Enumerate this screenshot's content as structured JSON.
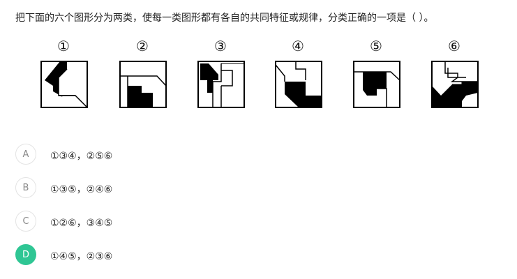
{
  "question": "把下面的六个图形分为两类，使每一类图形都有各自的共同特征或规律，分类正确的一项是（  ）。",
  "figures": [
    {
      "number": "①"
    },
    {
      "number": "②"
    },
    {
      "number": "③"
    },
    {
      "number": "④"
    },
    {
      "number": "⑤"
    },
    {
      "number": "⑥"
    }
  ],
  "options": [
    {
      "letter": "A",
      "text": "①③④，②⑤⑥",
      "selected": false
    },
    {
      "letter": "B",
      "text": "①③⑤，②④⑥",
      "selected": false
    },
    {
      "letter": "C",
      "text": "①②⑥，③④⑤",
      "selected": false
    },
    {
      "letter": "D",
      "text": "①④⑤，②③⑥",
      "selected": true
    }
  ],
  "colors": {
    "selected": "#2fc694"
  }
}
